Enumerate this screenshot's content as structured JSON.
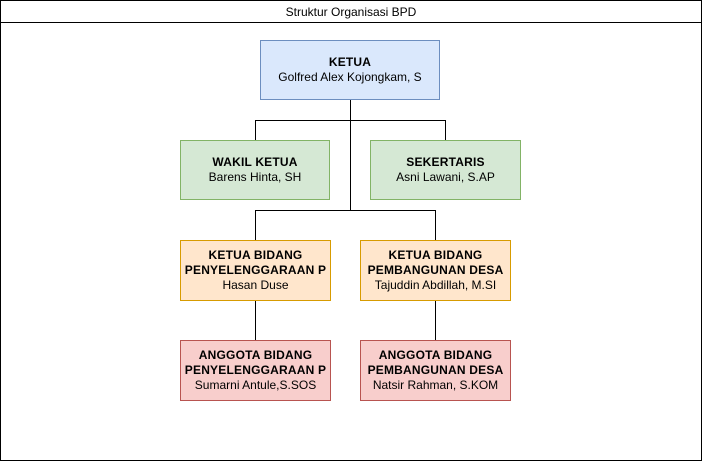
{
  "title": "Struktur Organisasi BPD",
  "nodes": {
    "ketua": {
      "role": "KETUA",
      "name": "Golfred Alex Kojongkam, S"
    },
    "wakil": {
      "role": "WAKIL KETUA",
      "name": "Barens Hinta, SH"
    },
    "sekertaris": {
      "role": "SEKERTARIS",
      "name": "Asni Lawani, S.AP"
    },
    "kb_penyelenggaraan": {
      "role_line1": "KETUA BIDANG",
      "role_line2": "PENYELENGGARAAN P",
      "name": "Hasan Duse"
    },
    "kb_pembangunan": {
      "role_line1": "KETUA BIDANG",
      "role_line2": "PEMBANGUNAN DESA",
      "name": "Tajuddin Abdillah, M.SI"
    },
    "ab_penyelenggaraan": {
      "role_line1": "ANGGOTA BIDANG",
      "role_line2": "PENYELENGGARAAN P",
      "name": "Sumarni Antule,S.SOS"
    },
    "ab_pembangunan": {
      "role_line1": "ANGGOTA BIDANG",
      "role_line2": "PEMBANGUNAN DESA",
      "name": "Natsir Rahman, S.KOM"
    }
  },
  "colors": {
    "blue_fill": "#dae8fc",
    "blue_stroke": "#6c8ebf",
    "green_fill": "#d5e8d4",
    "green_stroke": "#82b366",
    "orange_fill": "#ffe6cc",
    "orange_stroke": "#d79b00",
    "red_fill": "#f8cecc",
    "red_stroke": "#b85450"
  }
}
